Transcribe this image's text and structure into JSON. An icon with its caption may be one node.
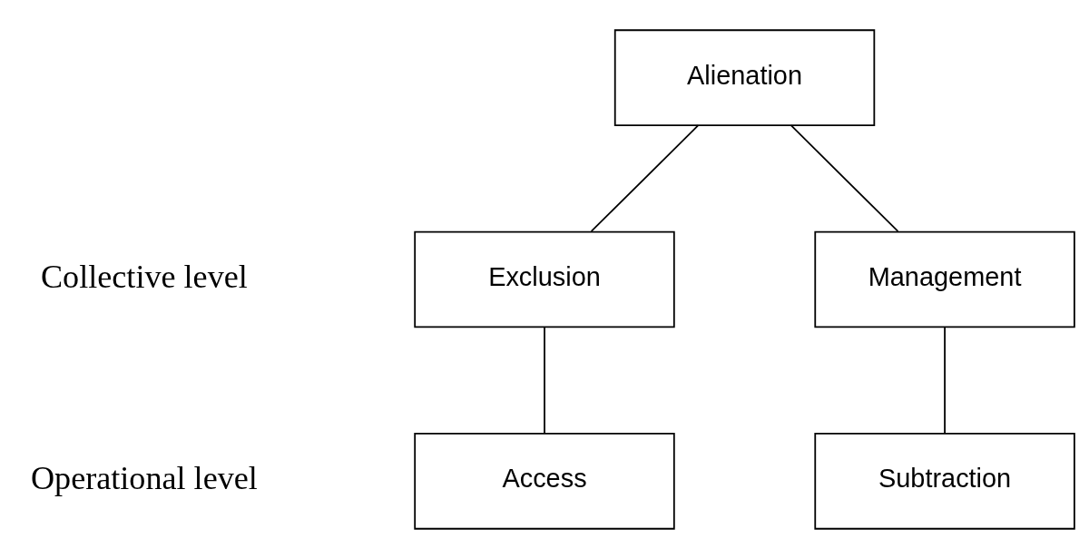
{
  "diagram": {
    "nodes": [
      {
        "text": [
          "Alienation"
        ]
      },
      {
        "text": [
          "Management"
        ]
      },
      {
        "text": [
          "Exclusion"
        ]
      },
      {
        "text": [
          "Subtraction"
        ]
      },
      {
        "text": [
          "Access"
        ]
      }
    ],
    "edges": [
      {
        "from": 0,
        "to": 1,
        "arrow": "none"
      },
      {
        "from": 0,
        "to": 2,
        "arrow": "none"
      },
      {
        "from": 1,
        "to": 3,
        "arrow": "none"
      },
      {
        "from": 2,
        "to": 4,
        "arrow": "none"
      }
    ],
    "labels": [
      "Collective level",
      "Operational level"
    ]
  }
}
